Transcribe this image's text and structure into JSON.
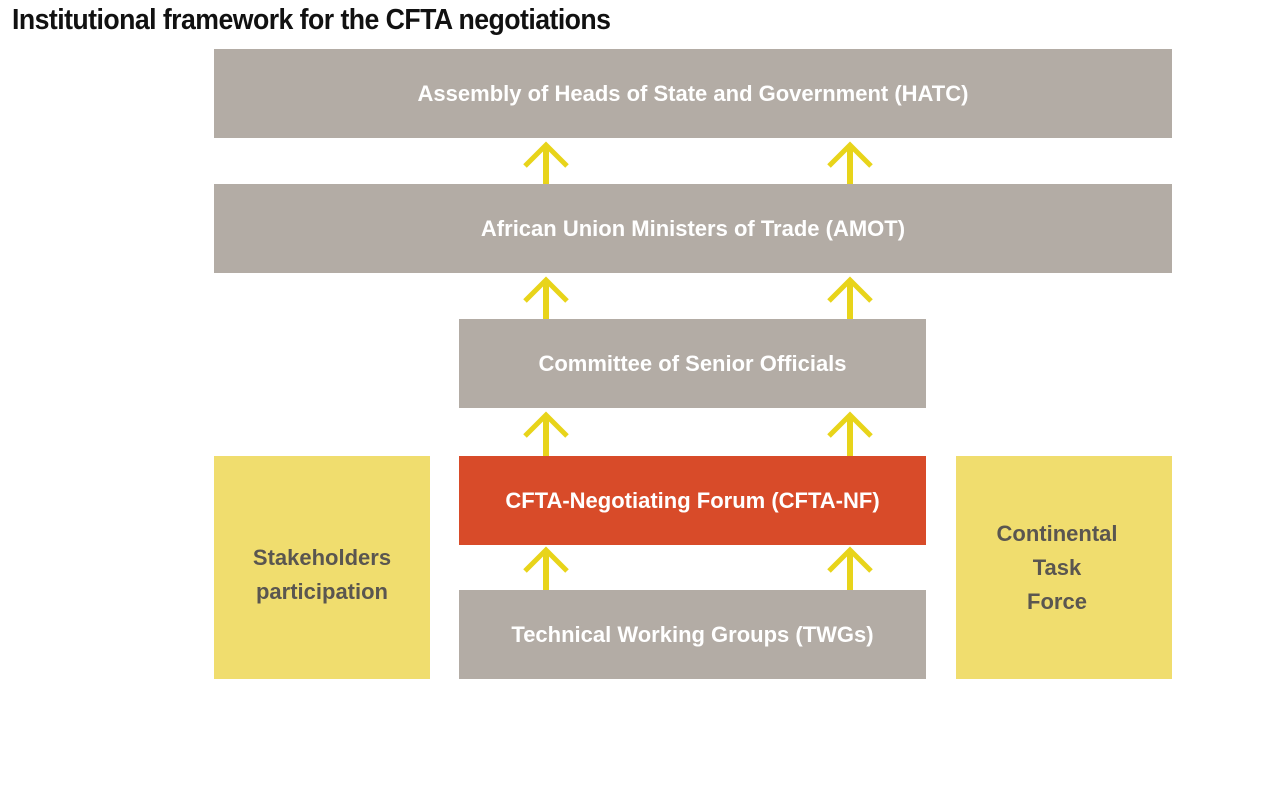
{
  "title": "Institutional framework for the CFTA negotiations",
  "boxes": {
    "hatc": "Assembly of Heads of State and Government (HATC)",
    "amot": "African Union Ministers of Trade (AMOT)",
    "senior_officials": "Committee of Senior Officials",
    "cfta_nf": "CFTA-Negotiating Forum (CFTA-NF)",
    "twgs": "Technical Working Groups (TWGs)",
    "stakeholders": [
      "Stakeholders",
      "participation"
    ],
    "task_force": [
      "Continental",
      "Task",
      "Force"
    ]
  },
  "colors": {
    "grey_box": "#b3aca5",
    "red_box": "#d84b29",
    "yellow_box": "#f0dd6e",
    "arrow": "#e8d41a"
  },
  "icons": {
    "arrow": "up-arrow-icon"
  }
}
